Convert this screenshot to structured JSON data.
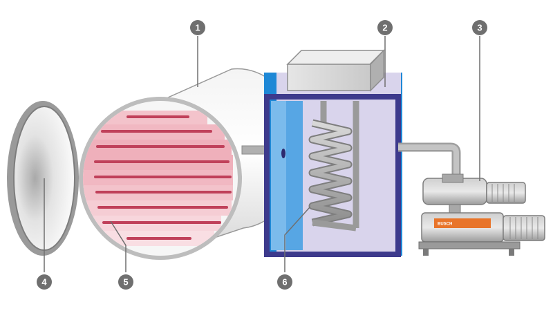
{
  "colors": {
    "callout_fill": "#6f6f6f",
    "heater_bar": "#c0405a",
    "heater_glow": "#f3c3cb",
    "chamber_frame": "#3d3a8c",
    "chamber_interior": "#d9d4ec",
    "chamber_accent": "#1e88d6",
    "pump_accent": "#e8742a",
    "metal": "#b8b8b8"
  },
  "callouts": [
    {
      "id": "1",
      "label": "1"
    },
    {
      "id": "2",
      "label": "2"
    },
    {
      "id": "3",
      "label": "3"
    },
    {
      "id": "4",
      "label": "4"
    },
    {
      "id": "5",
      "label": "5"
    },
    {
      "id": "6",
      "label": "6"
    }
  ],
  "pump": {
    "brand_text": "BUSCH"
  }
}
